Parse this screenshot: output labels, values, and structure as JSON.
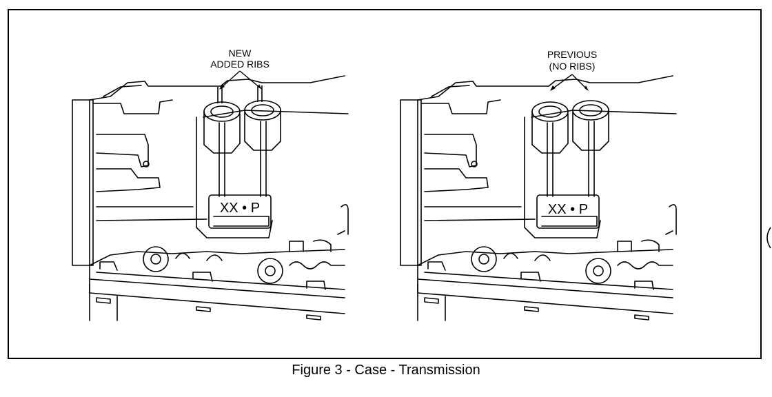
{
  "figure": {
    "caption": "Figure 3 - Case - Transmission",
    "left_panel": {
      "callout_line1": "NEW",
      "callout_line2": "ADDED RIBS",
      "stamp": "XX • P"
    },
    "right_panel": {
      "callout_line1": "PREVIOUS",
      "callout_line2": "(NO RIBS)",
      "stamp": "XX • P"
    }
  }
}
